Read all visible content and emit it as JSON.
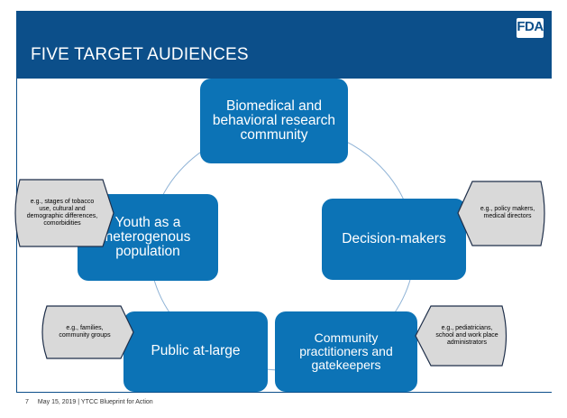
{
  "slide": {
    "title": "FIVE TARGET AUDIENCES",
    "logo_text": "FDA",
    "brand_color": "#0c4f8a",
    "box_color": "#0c73b6",
    "note_color": "#d9d9d9"
  },
  "audiences": [
    {
      "label": "Biomedical and behavioral research community"
    },
    {
      "label": "Youth as a heterogenous population",
      "note": "e.g., stages of tobacco use, cultural and demographic differences, comorbidities"
    },
    {
      "label": "Decision-makers",
      "note": "e.g., policy makers, medical directors"
    },
    {
      "label": "Public at-large",
      "note": "e.g., families, community groups"
    },
    {
      "label": "Community practitioners and gatekeepers",
      "note": "e.g., pediatricians, school and work place administrators"
    }
  ],
  "footer": {
    "page_number": "7",
    "text": "May 15, 2019 | YTCC Blueprint for Action"
  }
}
